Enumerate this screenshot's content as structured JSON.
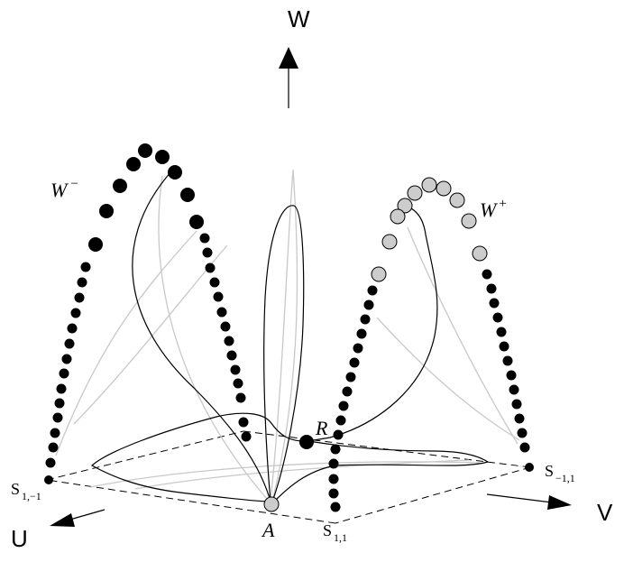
{
  "axes": {
    "w_label": "W",
    "v_label": "V",
    "u_label": "U"
  },
  "manifolds": {
    "w_minus": {
      "base": "W",
      "sup": "−"
    },
    "w_plus": {
      "base": "W",
      "sup": "+"
    }
  },
  "points": {
    "r_label": "R",
    "a_label": "A"
  },
  "corners": {
    "s_1_m1": {
      "base": "S",
      "sub": "1,−1"
    },
    "s_m1_1": {
      "base": "S",
      "sub": "−1,1"
    },
    "s_1_1": {
      "base": "S",
      "sub": "1,1"
    }
  },
  "colors": {
    "black_dot": "#000000",
    "gray_dot": "#cccccc",
    "gray_curve": "#c8c8c8"
  }
}
